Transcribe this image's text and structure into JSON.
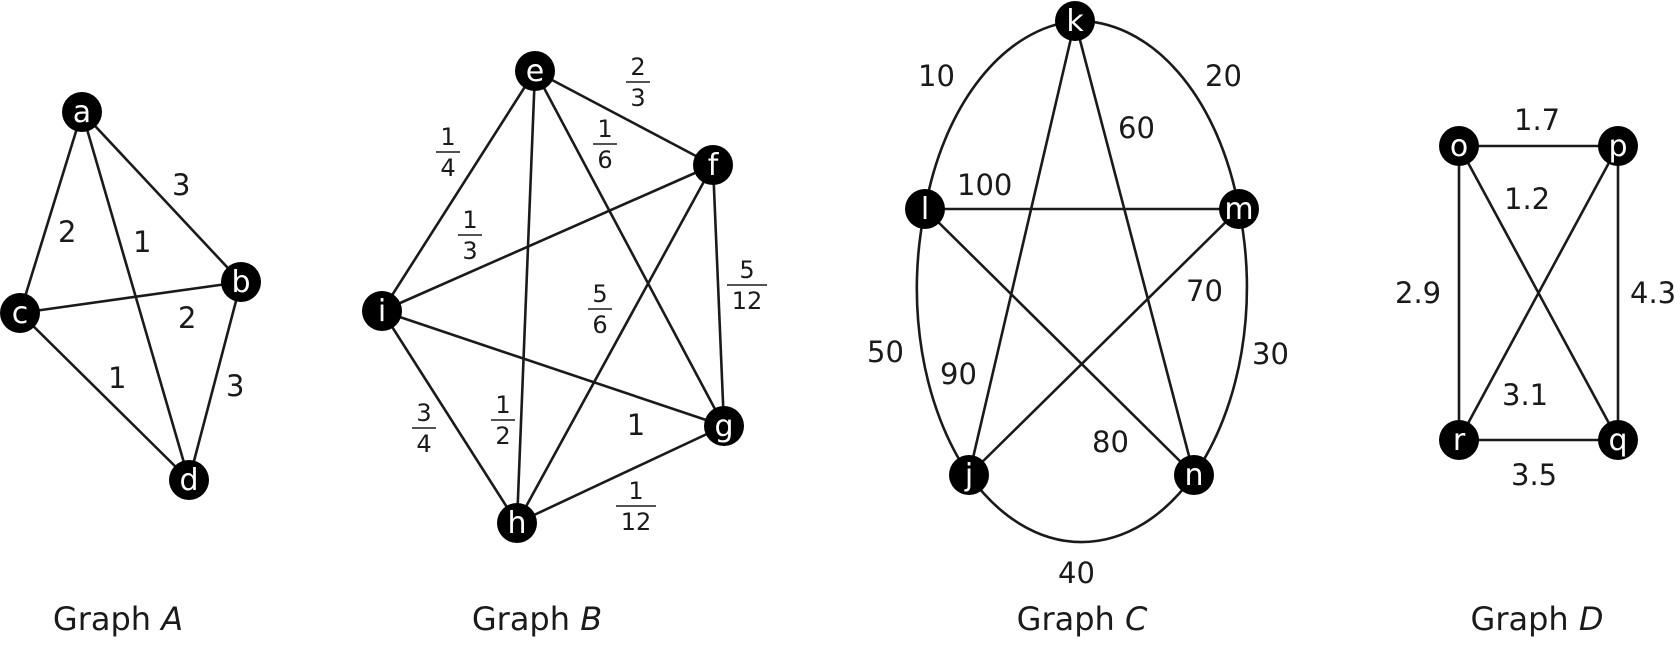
{
  "graphs": [
    {
      "id": "A",
      "caption_prefix": "Graph ",
      "caption_letter": "A",
      "nodes": [
        "a",
        "b",
        "c",
        "d"
      ],
      "edges": [
        {
          "from": "a",
          "to": "c",
          "weight": "2"
        },
        {
          "from": "a",
          "to": "b",
          "weight": "3"
        },
        {
          "from": "a",
          "to": "d",
          "weight": "1"
        },
        {
          "from": "c",
          "to": "b",
          "weight": "2"
        },
        {
          "from": "c",
          "to": "d",
          "weight": "1"
        },
        {
          "from": "b",
          "to": "d",
          "weight": "3"
        }
      ]
    },
    {
      "id": "B",
      "caption_prefix": "Graph ",
      "caption_letter": "B",
      "nodes": [
        "e",
        "f",
        "g",
        "h",
        "i"
      ],
      "edges": [
        {
          "from": "e",
          "to": "f",
          "weight": "2/3"
        },
        {
          "from": "e",
          "to": "i",
          "weight": "1/4"
        },
        {
          "from": "e",
          "to": "g",
          "weight": "1/6"
        },
        {
          "from": "e",
          "to": "h",
          "weight": "1/2"
        },
        {
          "from": "f",
          "to": "i",
          "weight": "1/3"
        },
        {
          "from": "f",
          "to": "g",
          "weight": "5/12"
        },
        {
          "from": "f",
          "to": "h",
          "weight": "5/6"
        },
        {
          "from": "i",
          "to": "g",
          "weight": "1"
        },
        {
          "from": "i",
          "to": "h",
          "weight": "3/4"
        },
        {
          "from": "h",
          "to": "g",
          "weight": "1/12"
        }
      ]
    },
    {
      "id": "C",
      "caption_prefix": "Graph ",
      "caption_letter": "C",
      "nodes": [
        "k",
        "l",
        "m",
        "j",
        "n"
      ],
      "edges": [
        {
          "from": "k",
          "to": "l",
          "weight": "10",
          "curved": true
        },
        {
          "from": "k",
          "to": "m",
          "weight": "20",
          "curved": true
        },
        {
          "from": "m",
          "to": "n",
          "weight": "30",
          "curved": true
        },
        {
          "from": "n",
          "to": "j",
          "weight": "40",
          "curved": true
        },
        {
          "from": "j",
          "to": "l",
          "weight": "50",
          "curved": true
        },
        {
          "from": "k",
          "to": "n",
          "weight": "60"
        },
        {
          "from": "m",
          "to": "j",
          "weight": "70"
        },
        {
          "from": "l",
          "to": "n",
          "weight": "80"
        },
        {
          "from": "k",
          "to": "j",
          "weight": "90"
        },
        {
          "from": "l",
          "to": "m",
          "weight": "100"
        }
      ]
    },
    {
      "id": "D",
      "caption_prefix": "Graph ",
      "caption_letter": "D",
      "nodes": [
        "o",
        "p",
        "q",
        "r"
      ],
      "edges": [
        {
          "from": "o",
          "to": "p",
          "weight": "1.7"
        },
        {
          "from": "o",
          "to": "q",
          "weight": "1.2"
        },
        {
          "from": "o",
          "to": "r",
          "weight": "2.9"
        },
        {
          "from": "p",
          "to": "q",
          "weight": "4.3"
        },
        {
          "from": "p",
          "to": "r",
          "weight": "3.1"
        },
        {
          "from": "r",
          "to": "q",
          "weight": "3.5"
        }
      ]
    }
  ]
}
